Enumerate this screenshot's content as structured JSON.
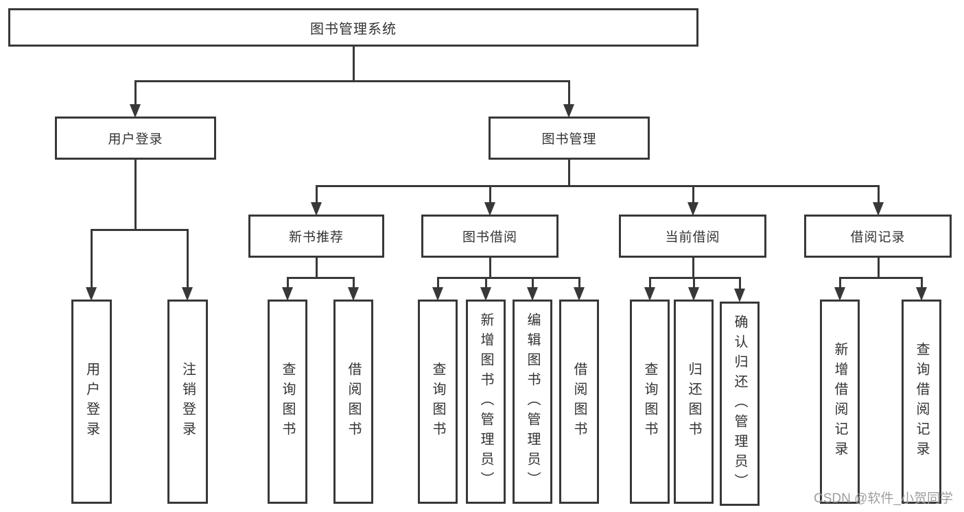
{
  "tree": {
    "root": "图书管理系统",
    "branches": [
      "用户登录",
      "图书管理"
    ],
    "sections": [
      "新书推荐",
      "图书借阅",
      "当前借阅",
      "借阅记录"
    ],
    "leaves": {
      "user_login": [
        "用户登录",
        "注销登录"
      ],
      "new_book_rec": [
        "查询图书",
        "借阅图书"
      ],
      "book_borrow": [
        "查询图书",
        "新增图书（管理员）",
        "编辑图书（管理员）",
        "借阅图书"
      ],
      "current_borrow": [
        "查询图书",
        "归还图书",
        "确认归还（管理员）"
      ],
      "borrow_records": [
        "新增借阅记录",
        "查询借阅记录"
      ]
    }
  },
  "watermark": "CSDN @软件_小贺同学",
  "colors": {
    "line": "#383838",
    "text": "#333333",
    "watermark": "#9e9e9e",
    "background": "#ffffff"
  }
}
